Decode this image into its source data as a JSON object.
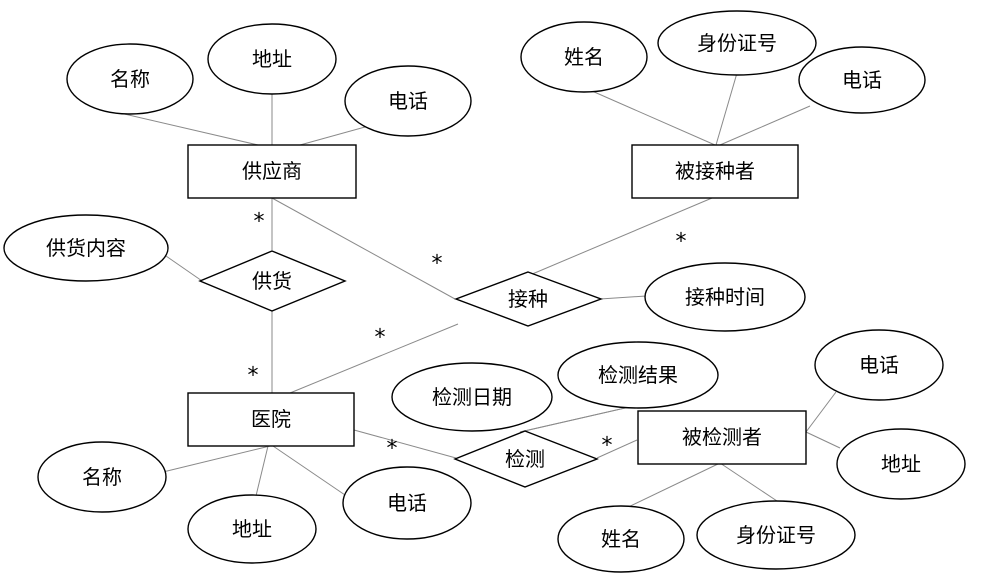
{
  "entities": {
    "supplier": "供应商",
    "vaccinee": "被接种者",
    "hospital": "医院",
    "testee": "被检测者"
  },
  "relationships": {
    "supply": "供货",
    "vaccinate": "接种",
    "test": "检测"
  },
  "attributes": {
    "supplier_name": "名称",
    "supplier_address": "地址",
    "supplier_phone": "电话",
    "vaccinee_name": "姓名",
    "vaccinee_id": "身份证号",
    "vaccinee_phone": "电话",
    "supply_content": "供货内容",
    "vaccinate_time": "接种时间",
    "test_date": "检测日期",
    "test_result": "检测结果",
    "testee_phone": "电话",
    "testee_address": "地址",
    "hospital_name": "名称",
    "hospital_address": "地址",
    "hospital_phone": "电话",
    "testee_name": "姓名",
    "testee_id": "身份证号"
  },
  "cardinality": {
    "supplier_supply": "*",
    "hospital_supply": "*",
    "supplier_vaccinate": "*",
    "vaccinee_vaccinate": "*",
    "hospital_vaccinate": "*",
    "hospital_test": "*",
    "testee_test": "*"
  }
}
